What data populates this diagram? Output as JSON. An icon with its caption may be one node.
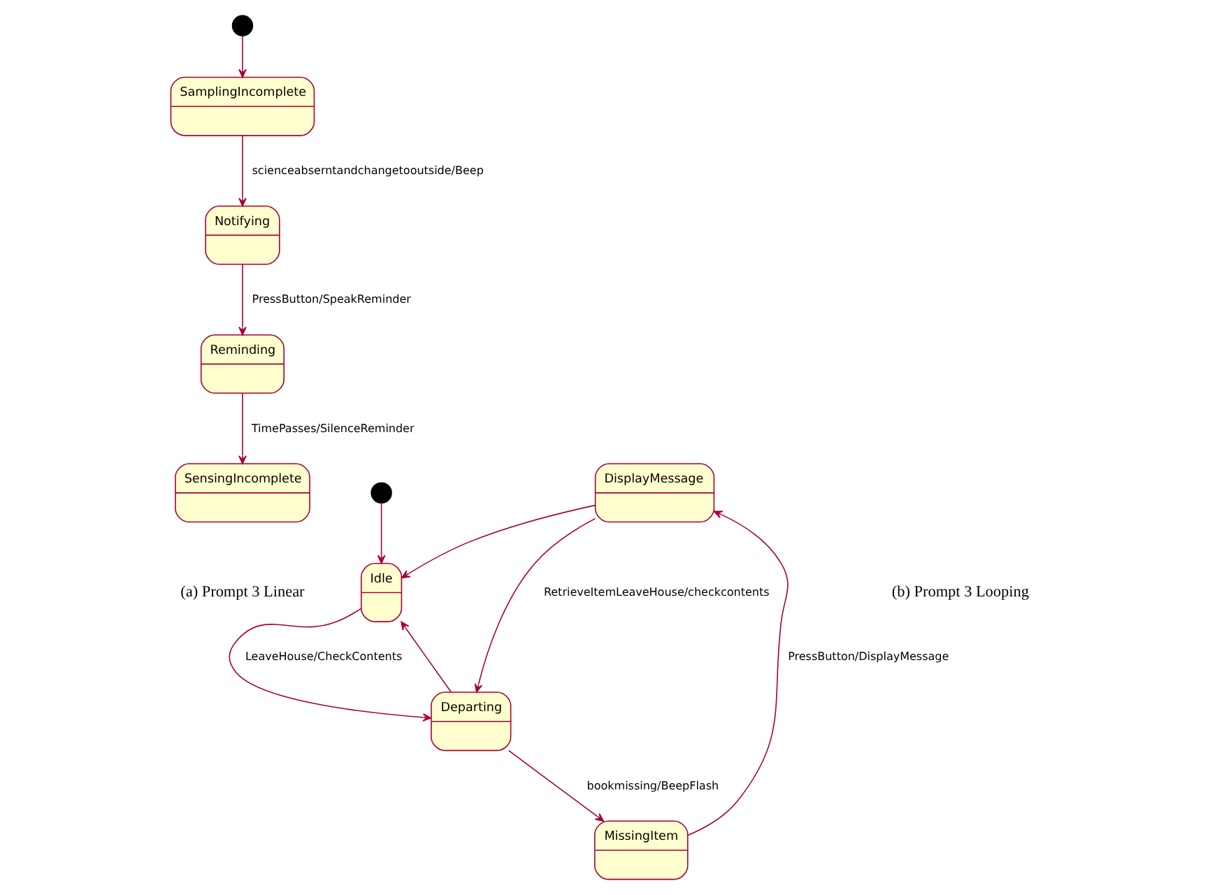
{
  "diagram": {
    "nodes": [
      {
        "text": [],
        "shape": "circle"
      },
      {
        "text": [
          "SamplingIncomplete"
        ]
      },
      {
        "text": [
          "Notifying"
        ]
      },
      {
        "text": [
          "Reminding"
        ]
      },
      {
        "text": [
          "SensingIncomplete"
        ]
      },
      {
        "text": [],
        "shape": "circle"
      },
      {
        "text": [
          "Idle"
        ]
      },
      {
        "text": [
          "Departing"
        ]
      },
      {
        "text": [
          "MissingItem"
        ]
      },
      {
        "text": [
          "DisplayMessage"
        ]
      }
    ],
    "edges": [
      {
        "from": 0,
        "to": 1,
        "arrow": "to"
      },
      {
        "from": 1,
        "to": 2,
        "arrow": "to",
        "label": "scienceabserntandchangetooutside/Beep"
      },
      {
        "from": 2,
        "to": 3,
        "arrow": "to",
        "label": "PressButton/SpeakReminder"
      },
      {
        "from": 3,
        "to": 4,
        "arrow": "to",
        "label": "TimePasses/SilenceReminder"
      },
      {
        "from": 5,
        "to": 6,
        "arrow": "to"
      },
      {
        "from": 6,
        "to": 7,
        "arrow": "to",
        "label": "LeaveHouse/CheckContents"
      },
      {
        "from": 7,
        "to": 6,
        "arrow": "to"
      },
      {
        "from": 7,
        "to": 8,
        "arrow": "to",
        "label": "bookmissing/BeepFlash"
      },
      {
        "from": 8,
        "to": 9,
        "arrow": "to",
        "label": "PressButton/DisplayMessage"
      },
      {
        "from": 9,
        "to": 7,
        "arrow": "to",
        "label": "RetrieveItemLeaveHouse/checkcontents"
      },
      {
        "from": 9,
        "to": 6,
        "arrow": "to"
      }
    ],
    "labels": [
      "(a) Prompt 3 Linear",
      "(b) Prompt 3 Looping"
    ]
  }
}
